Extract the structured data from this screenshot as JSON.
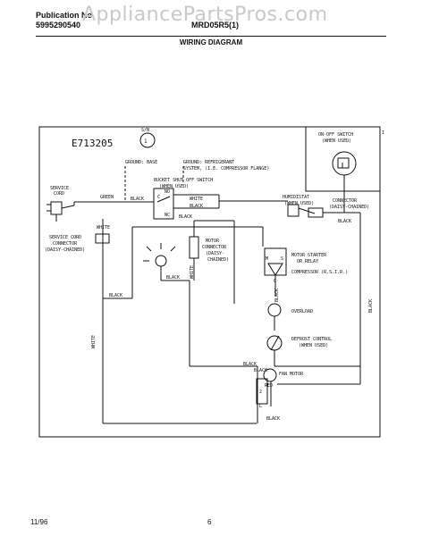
{
  "header": {
    "publication_label": "Publication No.",
    "publication_number": "5995290540",
    "model": "MRD05R5(1)",
    "watermark": "AppliancePartsPros.com",
    "title": "WIRING DIAGRAM"
  },
  "diagram": {
    "code": "E713205",
    "switch_symbol": "1",
    "labels": {
      "switch_id": "S/N",
      "ground_base": "GROUND: BASE",
      "ground_refrig_1": "GROUND: REFRIGERANT",
      "ground_refrig_2": "SYSTEM, (I.E. COMPRESSOR FLANGE)",
      "bucket_switch_1": "BUCKET SHUT OFF SWITCH",
      "bucket_switch_2": "(WHEN USED)",
      "sw_c": "C",
      "sw_no": "NO",
      "sw_nc": "NC",
      "onoff_1": "ON-OFF SWITCH",
      "onoff_2": "(WHEN USED)",
      "humidistat_1": "HUMIDISTAT",
      "humidistat_2": "(WHEN USED)",
      "connector_r1": "CONNECTOR",
      "connector_r2": "(DAISY-CHAINED)",
      "service_cord_1": "SERVICE",
      "service_cord_2": "CORD",
      "sc_conn_1": "SERVICE CORD",
      "sc_conn_2": "CONNECTOR",
      "sc_conn_3": "(DAISY-CHAINED)",
      "motor_conn_1": "MOTOR",
      "motor_conn_2": "CONNECTOR",
      "motor_conn_3": "(DAISY-",
      "motor_conn_4": "CHAINED)",
      "motor_starter_1": "MOTOR STARTER",
      "motor_starter_2": "OR RELAY",
      "compressor": "COMPRESSOR (R.S.I.R.)",
      "overload": "OVERLOAD",
      "defrost_1": "DEFROST CONTROL",
      "defrost_2": "(WHEN USED)",
      "fan_motor": "FAN MOTOR",
      "relay_m": "M",
      "relay_s": "S",
      "comp_c": "C",
      "fan_2": "2",
      "fan_l": "L",
      "marker": "I"
    },
    "wires": {
      "green": "GREEN",
      "black_a": "BLACK",
      "white_a": "WHITE",
      "black_b": "BLACK",
      "white_b": "WHITE",
      "black_c": "BLACK",
      "black_d": "BLACK",
      "white_c": "WHITE",
      "white_d": "WHITE",
      "black_e": "BLACK",
      "black_f": "BLACK",
      "black_g": "BLACK",
      "black_h": "BLACK",
      "black_i": "BLACK",
      "red": "RED",
      "black_j": "BLACK",
      "black_k": "BLACK"
    }
  },
  "footer": {
    "date": "11/96",
    "page": "6"
  }
}
